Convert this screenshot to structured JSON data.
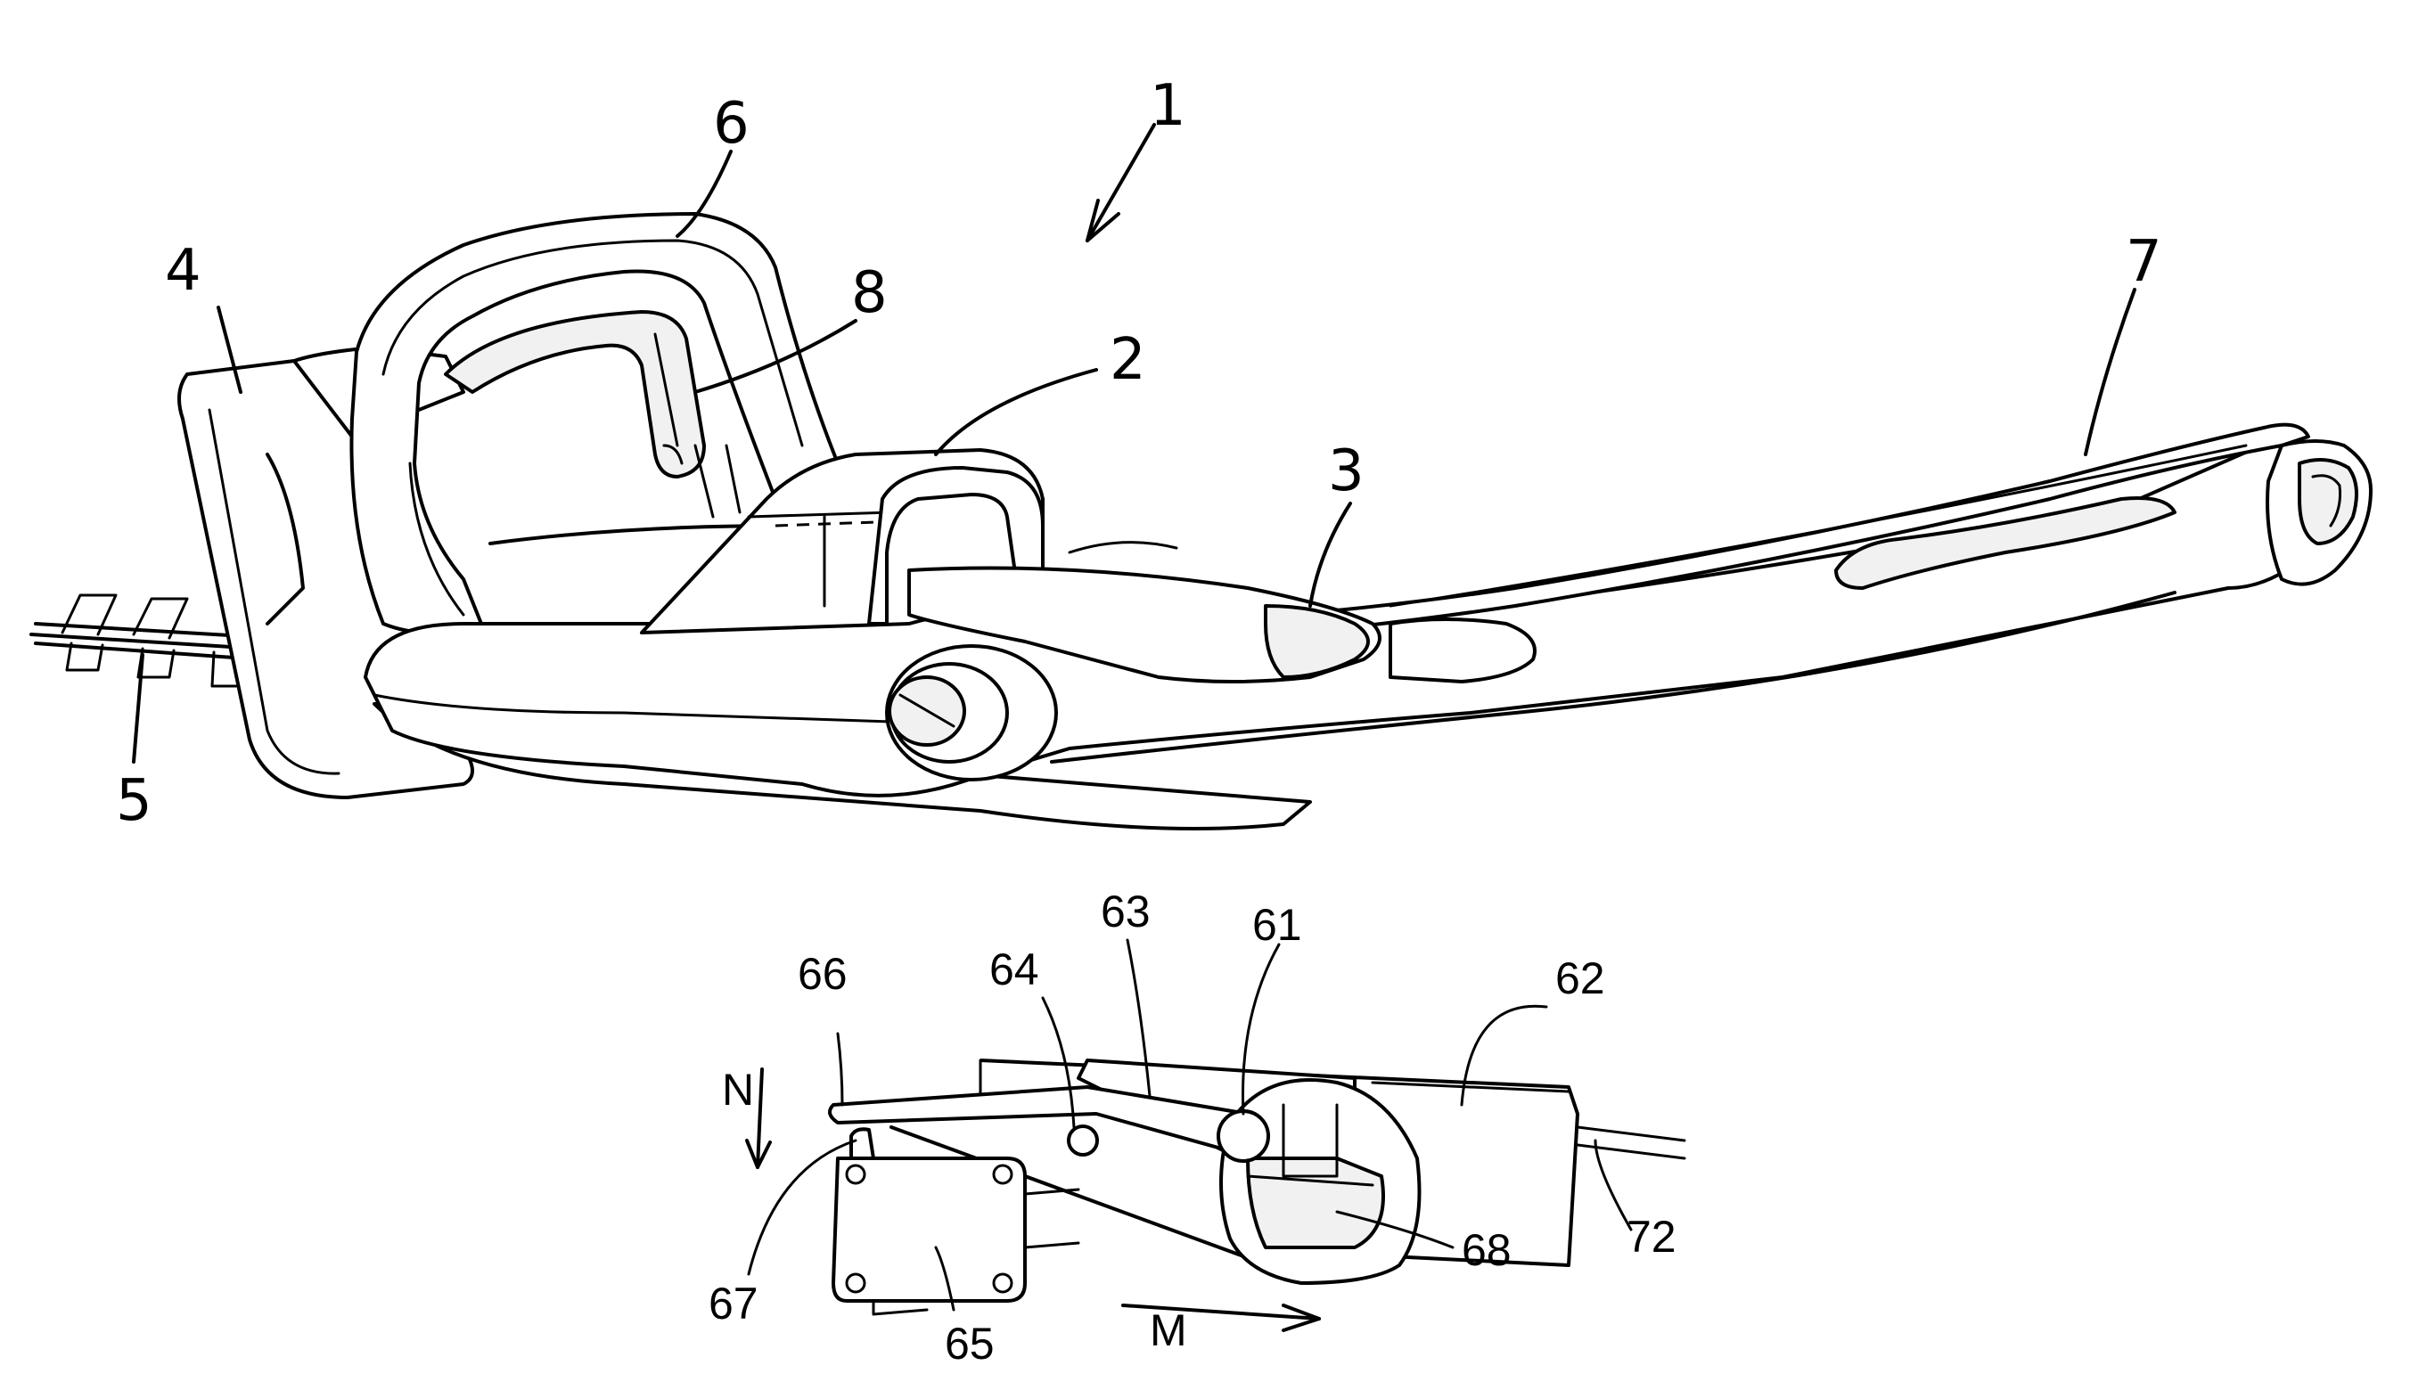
{
  "labels": {
    "l1": "1",
    "l2": "2",
    "l3": "3",
    "l4": "4",
    "l5": "5",
    "l6": "6",
    "l7": "7",
    "l8": "8",
    "l61": "61",
    "l62": "62",
    "l63": "63",
    "l64": "64",
    "l65": "65",
    "l66": "66",
    "l67": "67",
    "l68": "68",
    "l72": "72",
    "lM": "M",
    "lN": "N"
  }
}
